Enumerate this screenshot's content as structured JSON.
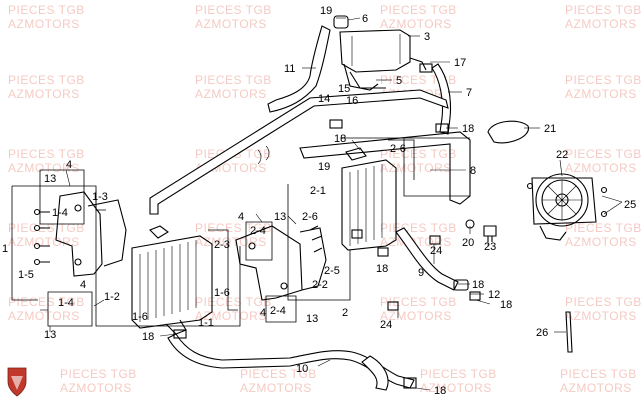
{
  "watermark": {
    "brand": "PIECES TGB",
    "site": "AZMOTORS"
  },
  "labels": {
    "l19a": "19",
    "l6": "6",
    "l3": "3",
    "l11": "11",
    "l17": "17",
    "l15": "15",
    "l5": "5",
    "l14": "14",
    "l16": "16",
    "l7": "7",
    "l18a": "18",
    "l21": "21",
    "l18b": "18",
    "l19b": "19",
    "l26a": "2-6",
    "l8": "8",
    "l22": "22",
    "l4a": "4",
    "l13a": "13",
    "l14b": "1-4",
    "l13b": "1-3",
    "l1": "1",
    "l15b": "1-5",
    "l4b": "4",
    "l14c": "1-4",
    "l12a": "1-2",
    "l16b": "1-6",
    "l13c": "13",
    "l18c": "18",
    "l21b": "2-1",
    "l26b": "2-6",
    "l4c": "4",
    "l13d": "13",
    "l23": "2-3",
    "l24a": "2-4",
    "l25a": "2-5",
    "l22b": "2-2",
    "l16c": "1-6",
    "l11b": "1-1",
    "l4d": "4",
    "l24b": "2-4",
    "l13e": "13",
    "l2": "2",
    "l18d": "18",
    "l24c": "24",
    "l24d": "24",
    "l20": "20",
    "l23b": "23",
    "l25": "25",
    "l9": "9",
    "l18e": "18",
    "l12": "12",
    "l18f": "18",
    "l10": "10",
    "l18g": "18",
    "l26": "26"
  },
  "colors": {
    "line": "#000000",
    "watermark": "#e98a7a",
    "logo": "#c0392b"
  },
  "logo": {
    "icon": "shield-logo-icon"
  }
}
